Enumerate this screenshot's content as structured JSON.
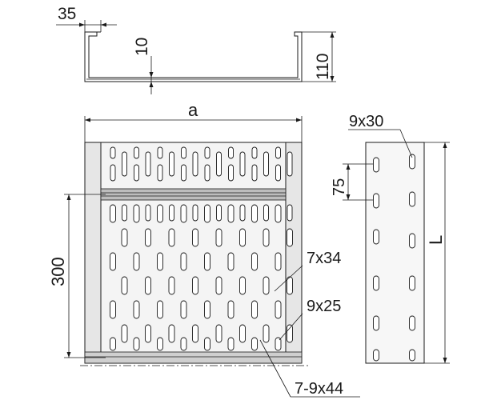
{
  "dimensions": {
    "flange_width": "35",
    "base_thickness": "10",
    "total_height": "110",
    "tray_width": "a",
    "slot_spacing_section": "300",
    "slot_pitch": "75",
    "length": "L"
  },
  "slot_callouts": {
    "side_slot": "9x30",
    "oval_slot": "7x34",
    "small_slot": "9x25",
    "edge_slot": "7-9x44"
  }
}
